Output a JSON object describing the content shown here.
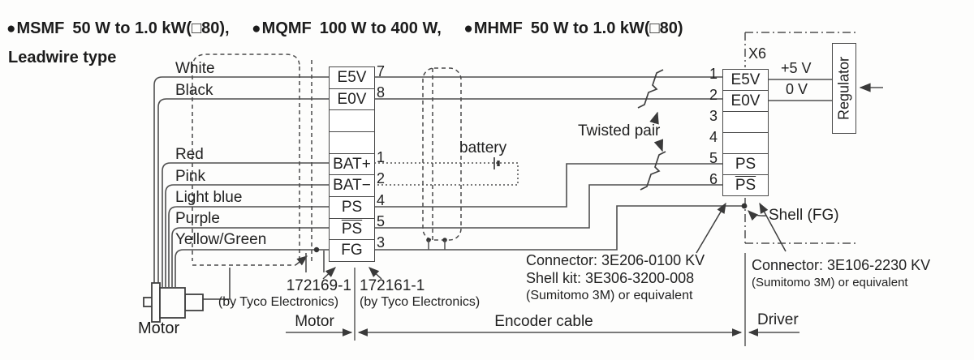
{
  "header": {
    "items": [
      {
        "model": "MSMF",
        "power": "50 W to 1.0 kW(□80),"
      },
      {
        "model": "MQMF",
        "power": "100 W to 400 W,"
      },
      {
        "model": "MHMF",
        "power": "50 W to 1.0 kW(□80)"
      }
    ],
    "subtitle": "Leadwire type"
  },
  "motor": {
    "label": "Motor"
  },
  "wires": [
    {
      "color": "White",
      "signal": "E5V",
      "pin": "7"
    },
    {
      "color": "Black",
      "signal": "E0V",
      "pin": "8"
    },
    {
      "color": "Red",
      "signal": "BAT+",
      "pin": "1"
    },
    {
      "color": "Pink",
      "signal": "BAT−",
      "pin": "2"
    },
    {
      "color": "Light blue",
      "signal": "PS",
      "pin": "4"
    },
    {
      "color": "Purple",
      "signal": "PS",
      "pin": "5"
    },
    {
      "color": "Yellow/Green",
      "signal": "FG",
      "pin": "3"
    }
  ],
  "left_connector": {
    "plug_part": "172169-1",
    "plug_mfr": "(by Tyco Electronics)",
    "receptacle_part": "172161-1",
    "receptacle_mfr": "(by Tyco Electronics)"
  },
  "right_connector": {
    "name": "X6",
    "rows": [
      {
        "pin": "1",
        "label": "E5V"
      },
      {
        "pin": "2",
        "label": "E0V"
      },
      {
        "pin": "3",
        "label": ""
      },
      {
        "pin": "4",
        "label": ""
      },
      {
        "pin": "5",
        "label": "PS"
      },
      {
        "pin": "6",
        "label": "PS"
      }
    ]
  },
  "labels": {
    "battery": "battery",
    "twisted_pair": "Twisted pair",
    "shell": "Shell (FG)",
    "plus5v": "+5 V",
    "zerov": "0 V",
    "regulator": "Regulator"
  },
  "notes": {
    "encoder_side": {
      "line1": "Connector: 3E206-0100 KV",
      "line2": "Shell kit: 3E306-3200-008",
      "line3": "(Sumitomo 3M) or equivalent"
    },
    "driver_side": {
      "line1": "Connector: 3E106-2230 KV",
      "line2": "(Sumitomo 3M) or equivalent"
    }
  },
  "sections": {
    "motor": "Motor",
    "encoder_cable": "Encoder cable",
    "driver": "Driver"
  }
}
